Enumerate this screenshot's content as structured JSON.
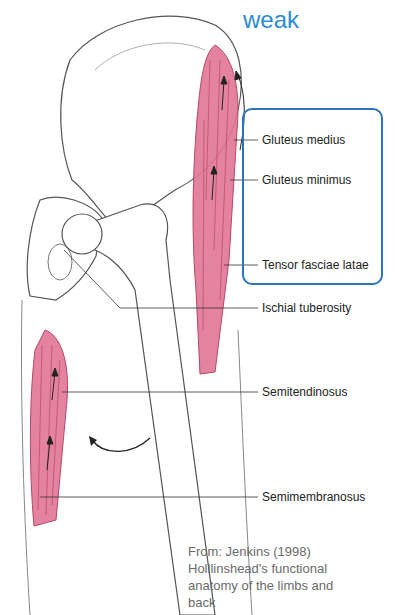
{
  "diagram": {
    "title": "weak",
    "caption": "From: Jenkins (1998) Holllinshead's functional anatomy of the limbs and back",
    "nodes": [
      {
        "text": [
          "Gluteus medius",
          "Gluteus minimus",
          "Tensor fasciae latae"
        ]
      }
    ],
    "labels": [
      "Ischial tuberosity",
      "Semitendinosus",
      "Semimembranosus"
    ]
  }
}
